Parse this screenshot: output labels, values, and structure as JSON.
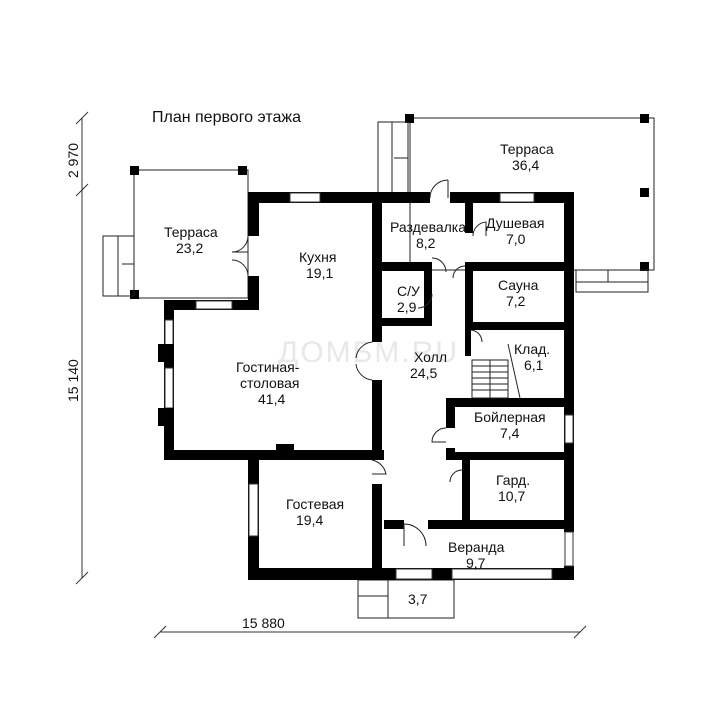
{
  "title": "План первого этажа",
  "watermark": "ДОМБМ.RU",
  "dimensions": {
    "width": "15 880",
    "height": "15 140",
    "top_offset": "2 970"
  },
  "rooms": [
    {
      "id": "terrace-left",
      "name": "Терраса",
      "area": "23,2"
    },
    {
      "id": "kitchen",
      "name": "Кухня",
      "area": "19,1"
    },
    {
      "id": "living",
      "name": "Гостиная-",
      "name2": "столовая",
      "area": "41,4"
    },
    {
      "id": "guest",
      "name": "Гостевая",
      "area": "19,4"
    },
    {
      "id": "dressing",
      "name": "Раздевалка",
      "area": "8,2"
    },
    {
      "id": "shower",
      "name": "Душевая",
      "area": "7,0"
    },
    {
      "id": "sauna",
      "name": "Сауна",
      "area": "7,2"
    },
    {
      "id": "wc",
      "name": "С/У",
      "area": "2,9"
    },
    {
      "id": "hall",
      "name": "Холл",
      "area": "24,5"
    },
    {
      "id": "storage",
      "name": "Клад.",
      "area": "6,1"
    },
    {
      "id": "boiler",
      "name": "Бойлерная",
      "area": "7,4"
    },
    {
      "id": "wardrobe",
      "name": "Гард.",
      "area": "10,7"
    },
    {
      "id": "veranda",
      "name": "Веранда",
      "area": "9,7"
    },
    {
      "id": "terrace-right",
      "name": "Терраса",
      "area": "36,4"
    },
    {
      "id": "porch",
      "name": "",
      "area": "3,7"
    }
  ]
}
